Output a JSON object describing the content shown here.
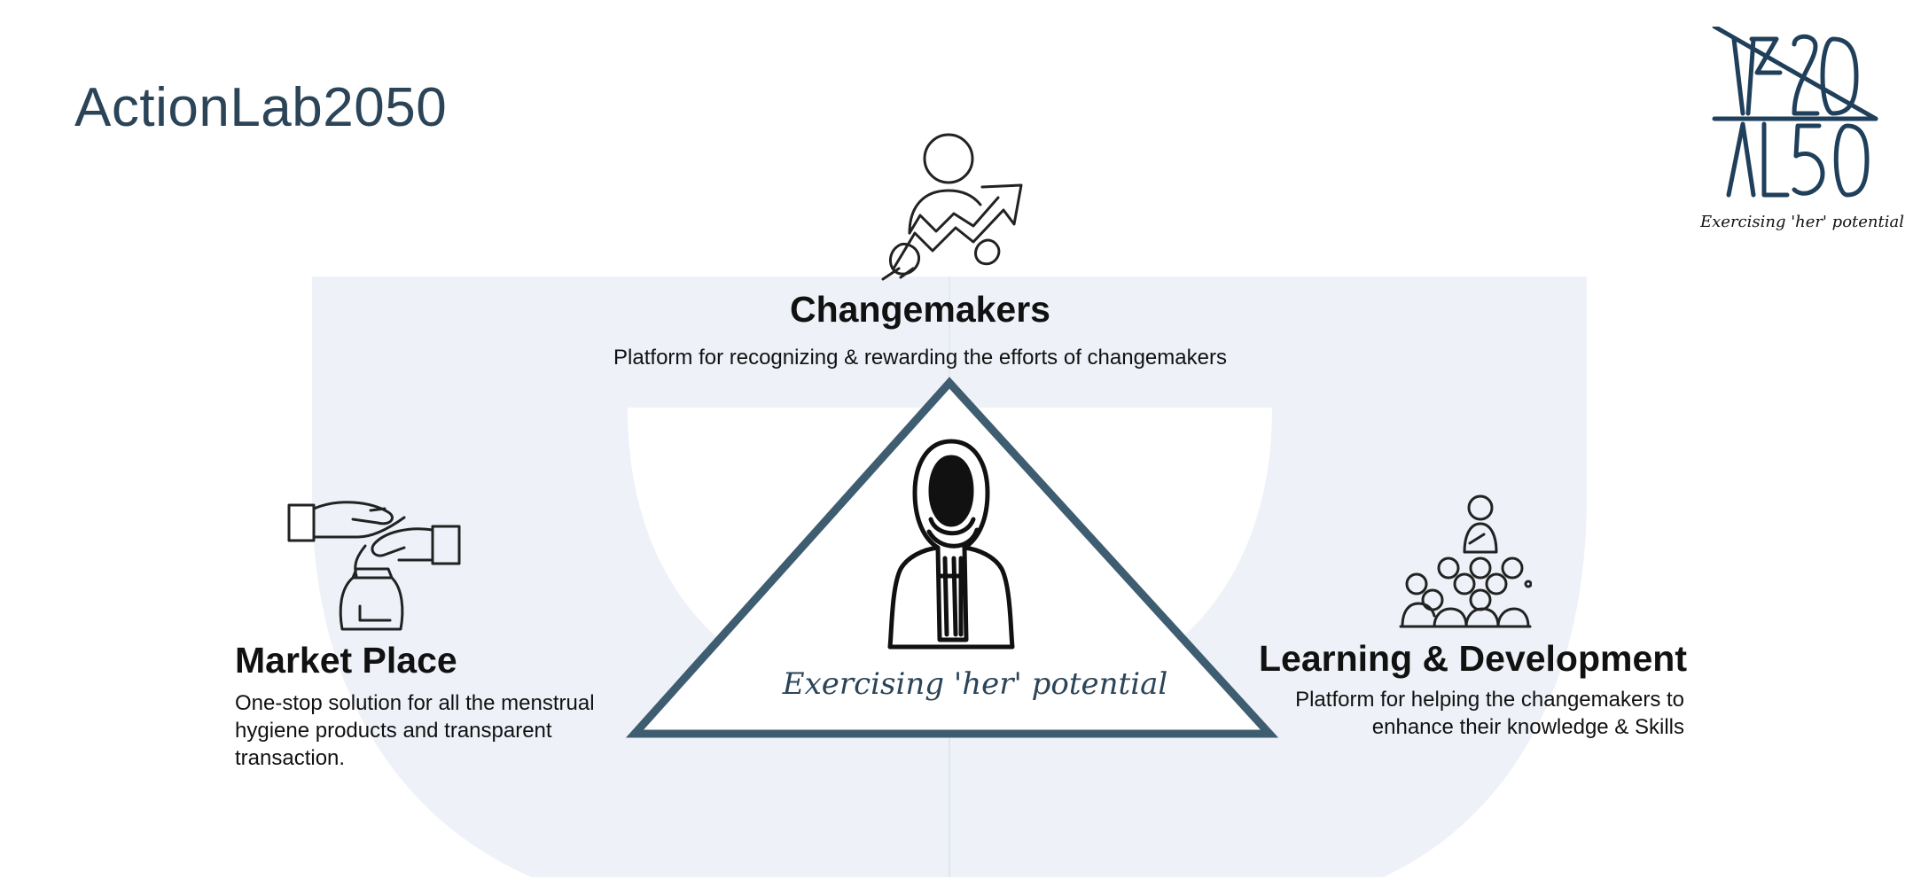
{
  "page": {
    "title": "ActionLab2050"
  },
  "logo": {
    "tagline": "Exercising 'her' potential"
  },
  "pillars": {
    "changemakers": {
      "title": "Changemakers",
      "description": "Platform for recognizing & rewarding the efforts of changemakers",
      "icon": "growth-person-icon"
    },
    "market_place": {
      "title": "Market Place",
      "description": "One-stop solution for all the menstrual hygiene products and transparent transaction.",
      "icon": "hand-exchange-product-icon"
    },
    "learning": {
      "title": "Learning & Development",
      "description": "Platform for helping the changemakers to enhance their knowledge & Skills",
      "icon": "teacher-audience-icon"
    }
  },
  "center": {
    "tagline": "Exercising 'her' potential",
    "icon": "woman-hijab-icon"
  },
  "colors": {
    "accent": "#2b4457",
    "triangle": "#3f5d70",
    "bowl": "#eef2f8"
  }
}
